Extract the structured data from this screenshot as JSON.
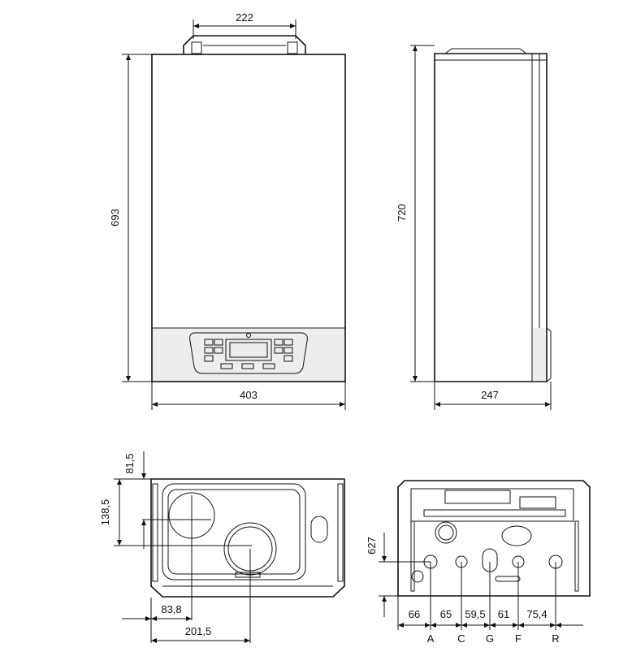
{
  "front_view": {
    "dims": {
      "width": "403",
      "height": "693",
      "top_width": "222"
    }
  },
  "side_view": {
    "dims": {
      "depth": "247",
      "height": "720"
    }
  },
  "top_view": {
    "dims": {
      "offset_top": "81,5",
      "flue_offset": "138,5",
      "flue_x1": "83,8",
      "flue_x2": "201,5"
    }
  },
  "bottom_view": {
    "dims": {
      "height": "627",
      "spacings": [
        "66",
        "65",
        "59,5",
        "61",
        "75,4"
      ]
    },
    "connections": [
      "A",
      "C",
      "G",
      "F",
      "R"
    ]
  }
}
